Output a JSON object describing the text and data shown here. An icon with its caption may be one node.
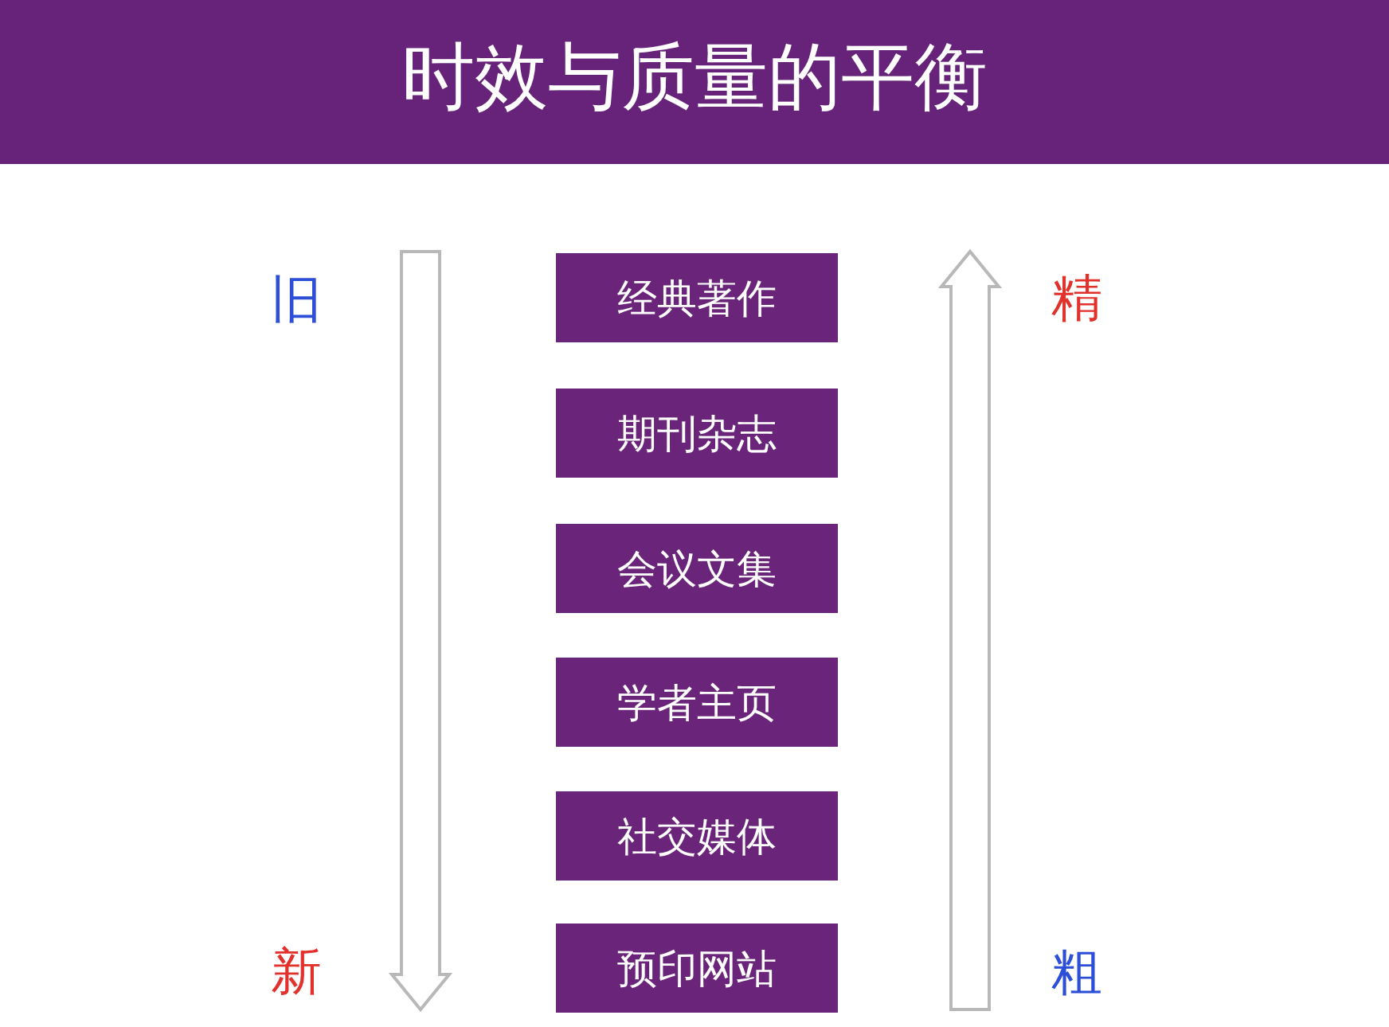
{
  "diagram": {
    "title": "时效与质量的平衡",
    "nodes": [
      {
        "text": [
          "经典著作"
        ]
      },
      {
        "text": [
          "期刊杂志"
        ]
      },
      {
        "text": [
          "会议文集"
        ]
      },
      {
        "text": [
          "学者主页"
        ]
      },
      {
        "text": [
          "社交媒体"
        ]
      },
      {
        "text": [
          "预印网站"
        ]
      }
    ],
    "labels": [
      "旧",
      "精",
      "新",
      "粗"
    ]
  }
}
